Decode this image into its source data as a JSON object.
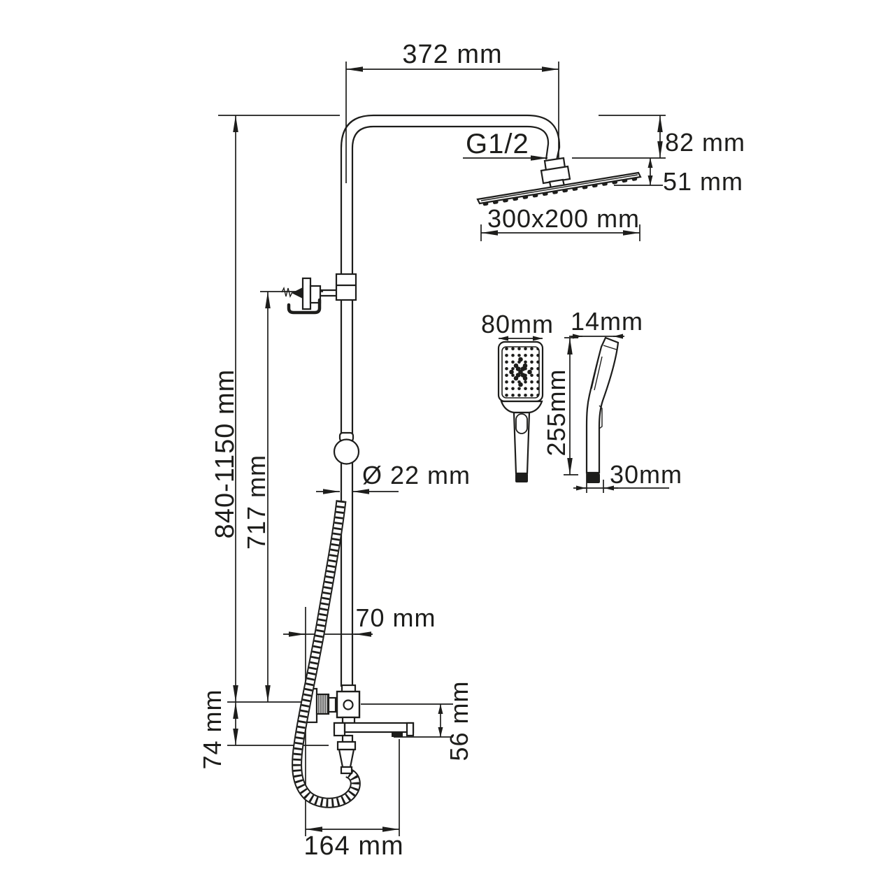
{
  "meta": {
    "type": "technical dimension drawing",
    "subject": "shower column system with rain head, hand shower and bath spout"
  },
  "colors": {
    "ink": "#1d1d1b",
    "paper": "#ffffff"
  },
  "dimensions": {
    "arm_reach": "372 mm",
    "thread": "G1/2",
    "head_drop": "82 mm",
    "head_edge_drop": "51 mm",
    "head_size": "300x200 mm",
    "column_height": "840-1150 mm",
    "pipe_height": "717 mm",
    "pipe_diameter": "Ø 22 mm",
    "wall_offset": "70 mm",
    "valve_drop": "74 mm",
    "spout_drop": "56 mm",
    "spout_reach": "164 mm",
    "handshower_width": "80mm",
    "handshower_head_depth": "14mm",
    "handshower_length": "255mm",
    "handshower_handle_depth": "30mm"
  }
}
